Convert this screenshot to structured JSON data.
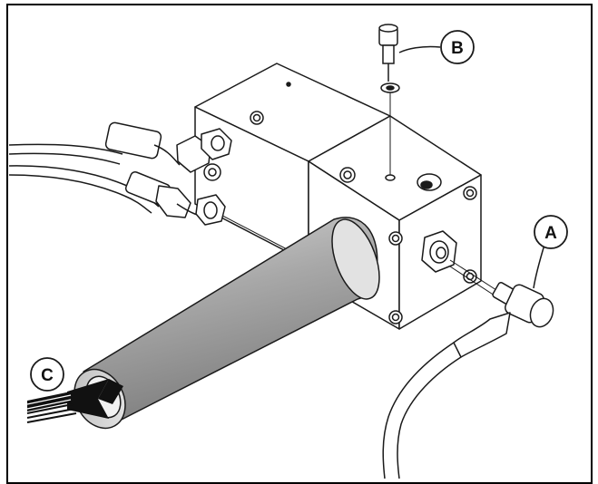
{
  "diagram": {
    "callouts": [
      {
        "id": "A",
        "label": "A",
        "part": "angled-sensor-connector"
      },
      {
        "id": "B",
        "label": "B",
        "part": "screw-and-washer"
      },
      {
        "id": "C",
        "label": "C",
        "part": "tube-insertion"
      }
    ],
    "colors": {
      "stroke": "#1a1a1a",
      "block_face": "#ffffff",
      "tube_shade": "#9a9a9a",
      "tube_light": "#c8c8c8",
      "frame": "#000000"
    }
  }
}
